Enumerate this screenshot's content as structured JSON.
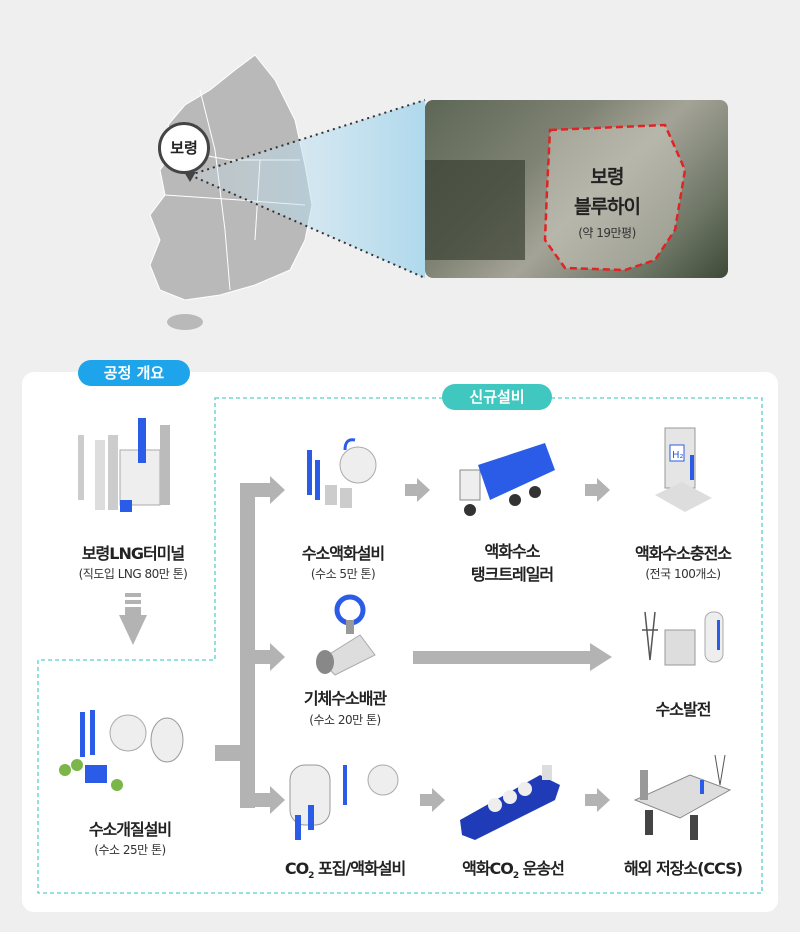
{
  "map": {
    "pin_label": "보령",
    "site_name_line1": "보령",
    "site_name_line2": "블루하이",
    "site_area": "(약 19만평)"
  },
  "badges": {
    "overview": "공정 개요",
    "new_facilities": "신규설비"
  },
  "colors": {
    "overview_badge": "#1ea4ea",
    "new_badge": "#40c8c0",
    "dashed_border": "#59d0c8",
    "arrow": "#b3b3b3",
    "site_outline": "#e02424",
    "icon_blue": "#2a5ce8"
  },
  "nodes": {
    "lng_terminal": {
      "title": "보령LNG터미널",
      "sub": "(직도입 LNG 80만 톤)"
    },
    "reforming": {
      "title": "수소개질설비",
      "sub": "(수소 25만 톤)"
    },
    "liquefaction": {
      "title": "수소액화설비",
      "sub": "(수소 5만 톤)"
    },
    "tank_trailer": {
      "title_line1": "액화수소",
      "title_line2": "탱크트레일러"
    },
    "charging_station": {
      "title": "액화수소충전소",
      "sub": "(전국 100개소)"
    },
    "pipeline": {
      "title": "기체수소배관",
      "sub": "(수소 20만 톤)"
    },
    "power": {
      "title": "수소발전"
    },
    "co2_capture": {
      "title_pre": "CO",
      "title_sub": "2",
      "title_post": " 포집/액화설비"
    },
    "co2_ship": {
      "title_pre": "액화CO",
      "title_sub": "2",
      "title_post": " 운송선"
    },
    "ccs": {
      "title": "해외 저장소(CCS)"
    }
  }
}
